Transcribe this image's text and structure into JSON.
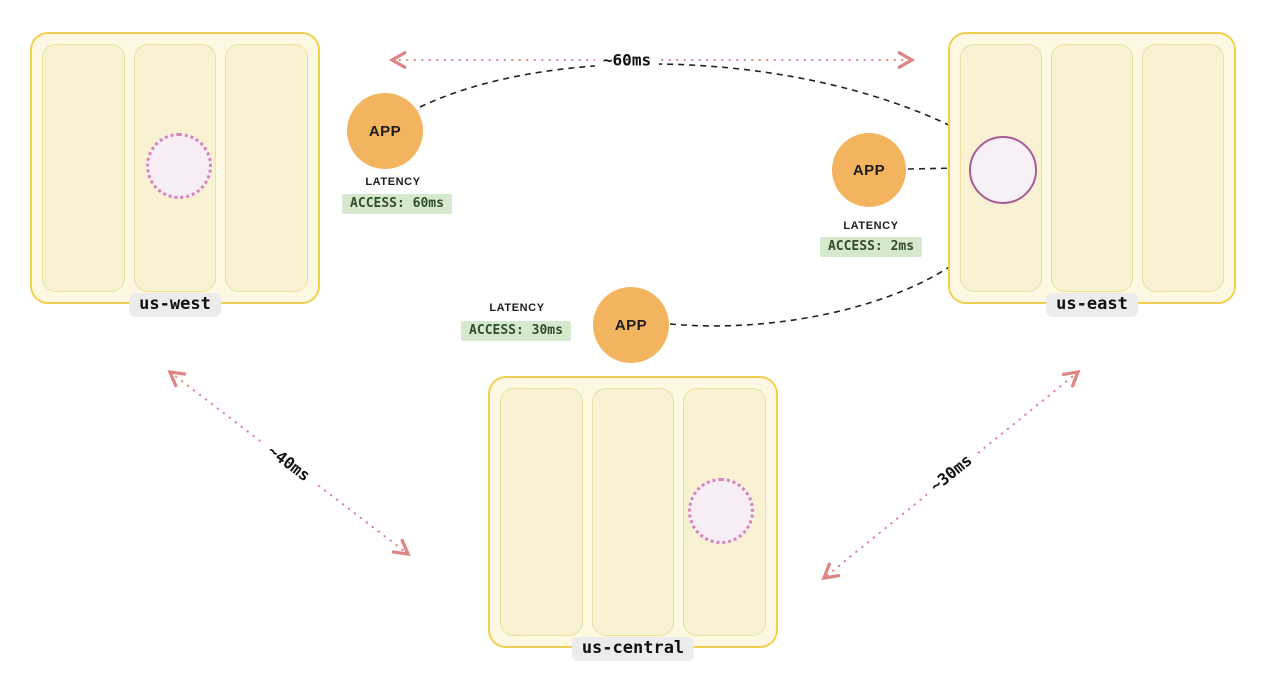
{
  "diagram": {
    "regions": [
      {
        "label": "us-west"
      },
      {
        "label": "us-east"
      },
      {
        "label": "us-central"
      }
    ],
    "apps": [
      {
        "label": "APP",
        "latency_title": "LATENCY",
        "access_label": "ACCESS: 60ms"
      },
      {
        "label": "APP",
        "latency_title": "LATENCY",
        "access_label": "ACCESS: 2ms"
      },
      {
        "label": "APP",
        "latency_title": "LATENCY",
        "access_label": "ACCESS: 30ms"
      }
    ],
    "links": [
      {
        "from": "us-west",
        "to": "us-east",
        "latency": "~60ms"
      },
      {
        "from": "us-west",
        "to": "us-central",
        "latency": "~40ms"
      },
      {
        "from": "us-east",
        "to": "us-central",
        "latency": "~30ms"
      }
    ],
    "colors": {
      "region_fill": "#FDF8E1",
      "region_border": "#F0CF4E",
      "zone_fill": "#F8F2D2",
      "zone_border": "#EDDF9E",
      "app_fill": "#F2B45E",
      "badge_fill": "#D6E8CE",
      "badge_text": "#2F4F2A",
      "db_border": "#A85C96",
      "db_fill": "#F8F0F7",
      "replica_dotted_border": "#D684B8",
      "latency_arrow": "#DE8585",
      "access_arrow": "#222222"
    }
  }
}
